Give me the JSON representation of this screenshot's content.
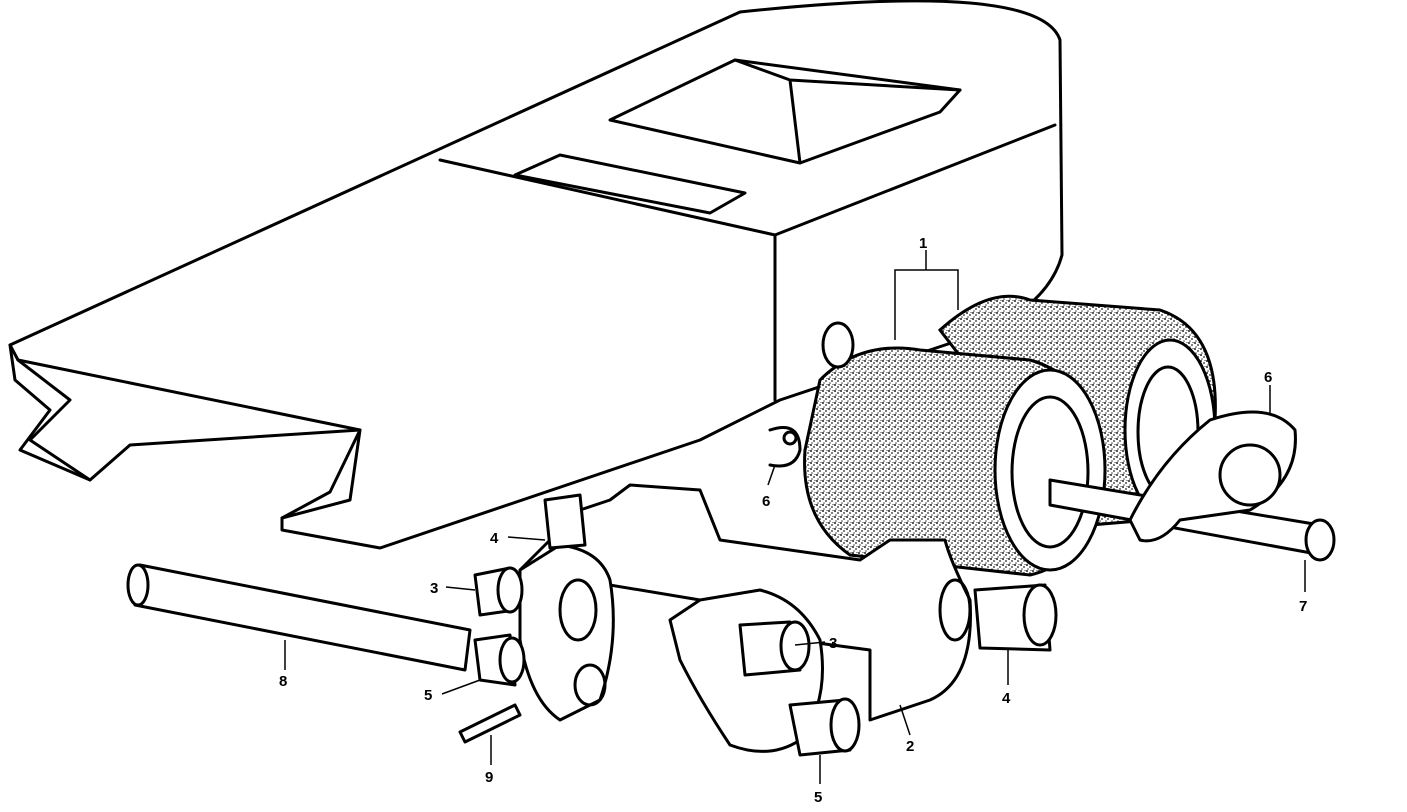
{
  "callouts": [
    {
      "id": "c1",
      "text": "1",
      "part": "load-rollers"
    },
    {
      "id": "c2",
      "text": "2",
      "part": "roller-bracket"
    },
    {
      "id": "c3a",
      "text": "3",
      "part": "bushing-left"
    },
    {
      "id": "c3b",
      "text": "3",
      "part": "bushing-right"
    },
    {
      "id": "c4a",
      "text": "4",
      "part": "bushing-rear"
    },
    {
      "id": "c4b",
      "text": "4",
      "part": "bushing-front"
    },
    {
      "id": "c5a",
      "text": "5",
      "part": "bushing-lower-left"
    },
    {
      "id": "c5b",
      "text": "5",
      "part": "bushing-lower-right"
    },
    {
      "id": "c6a",
      "text": "6",
      "part": "side-plate-left"
    },
    {
      "id": "c6b",
      "text": "6",
      "part": "side-plate-right"
    },
    {
      "id": "c7",
      "text": "7",
      "part": "axle-bolt"
    },
    {
      "id": "c8",
      "text": "8",
      "part": "pivot-pin"
    },
    {
      "id": "c9",
      "text": "9",
      "part": "roll-pin"
    }
  ],
  "colors": {
    "ink": "#000000",
    "paper": "#ffffff",
    "texture": "#555555"
  }
}
